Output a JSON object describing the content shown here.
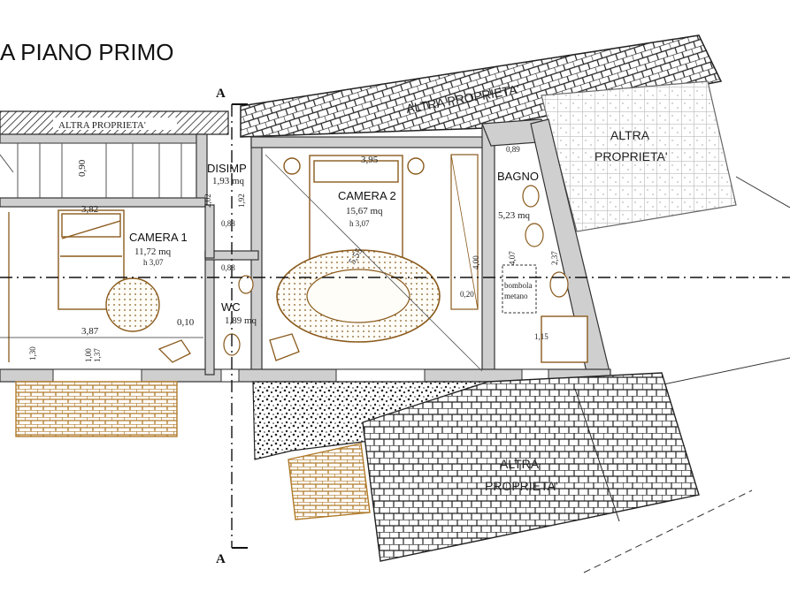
{
  "title": "A PIANO PRIMO",
  "section_marker": "A",
  "altra_proprieta": {
    "top_strip": "ALTRA PROPRIETA'",
    "top_roof": "ALTRA PROPRIETA'",
    "right_line1": "ALTRA",
    "right_line2": "PROPRIETA'",
    "bottom_line1": "ALTRA",
    "bottom_line2": "PROPRIETA'"
  },
  "rooms": {
    "camera1": {
      "name": "CAMERA 1",
      "area": "11,72 mq",
      "height": "h 3,07",
      "width_dim": "3,82",
      "len_dim": "3,87"
    },
    "camera2": {
      "name": "CAMERA 2",
      "area": "15,67 mq",
      "height": "h 3,07",
      "width_dim": "3,95",
      "diag_dim": "5,55",
      "side_dim": "4,00"
    },
    "disimp": {
      "name": "DISIMP",
      "area": "1,93 mq",
      "dim1": "2,02",
      "dim2": "1,92",
      "dim3": "0,88"
    },
    "wc": {
      "name": "WC",
      "area": "1,89 mq",
      "dim1": "0,88"
    },
    "bagno": {
      "name": "BAGNO",
      "area": "5,23 mq",
      "top_dim": "0,89",
      "side_dim1": "2,37",
      "side_dim2": "4,07",
      "bottom_dim": "1,15",
      "tank_line1": "bombola",
      "tank_line2": "metano"
    }
  },
  "dims": {
    "stair_h": "0,90",
    "camera1_side": "1,30",
    "win_a": "0,10",
    "sill_a": "1,00",
    "sill_b": "1,37",
    "cam2_small": "0,20"
  }
}
